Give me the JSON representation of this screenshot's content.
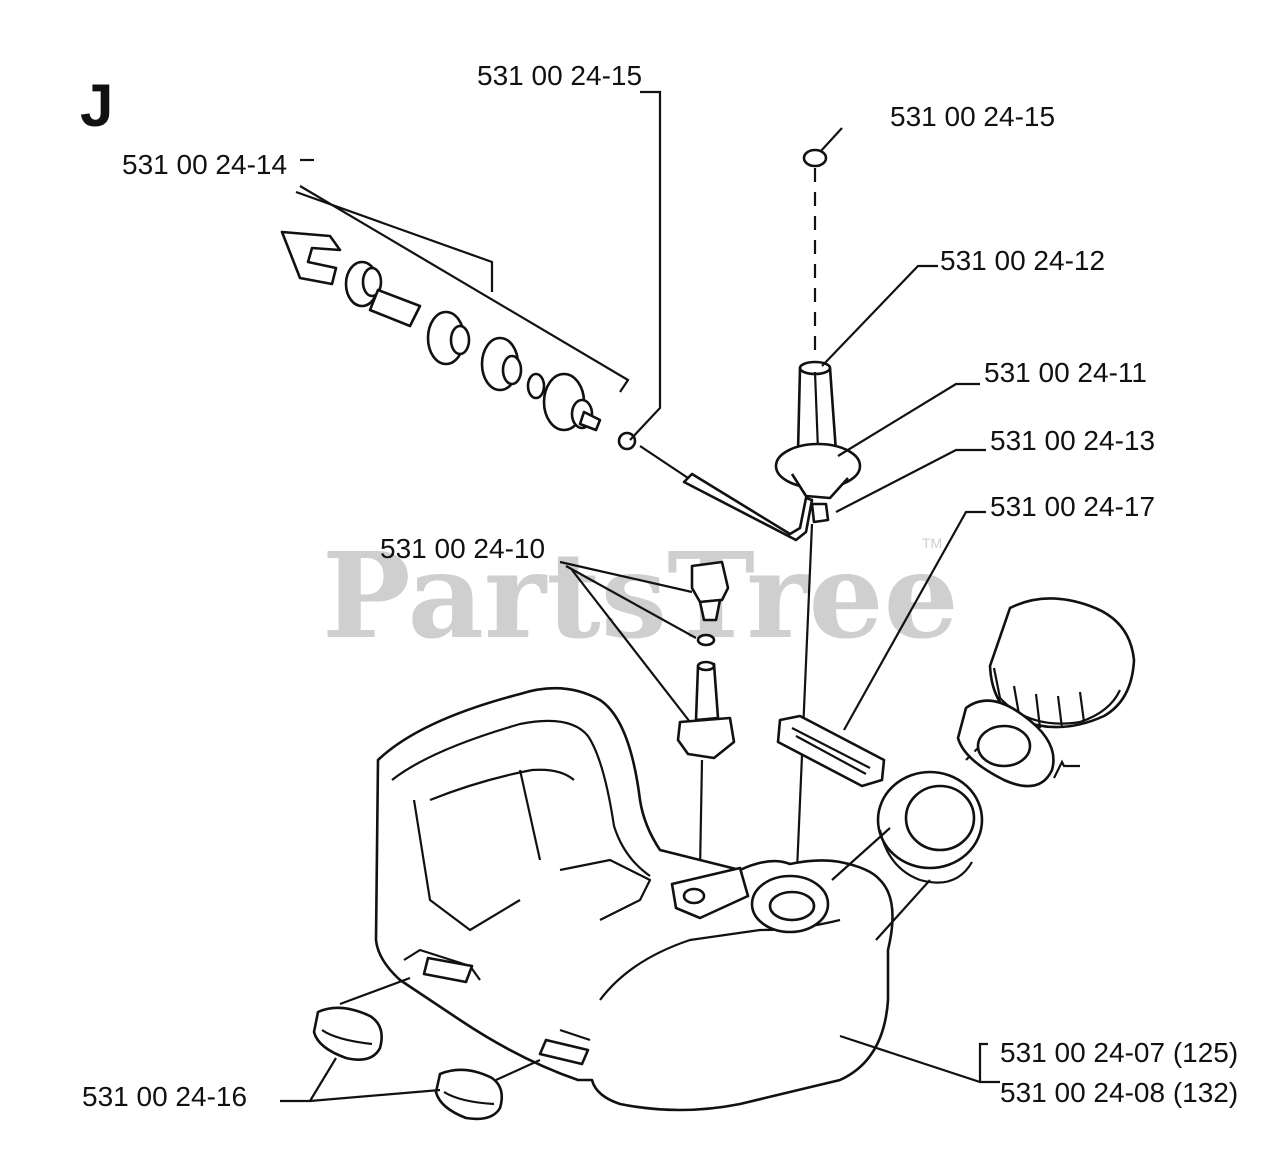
{
  "section_letter": "J",
  "watermark": {
    "text": "PartsTree",
    "trademark": "TM"
  },
  "labels": {
    "p15_top": "531 00 24-15",
    "p15_right": "531 00 24-15",
    "p14": "531 00 24-14",
    "p12": "531 00 24-12",
    "p11": "531 00 24-11",
    "p13": "531 00 24-13",
    "p17": "531 00 24-17",
    "p10": "531 00 24-10",
    "p07": "531 00 24-07 (125)",
    "p08": "531 00 24-08 (132)",
    "p16": "531 00 24-16"
  }
}
